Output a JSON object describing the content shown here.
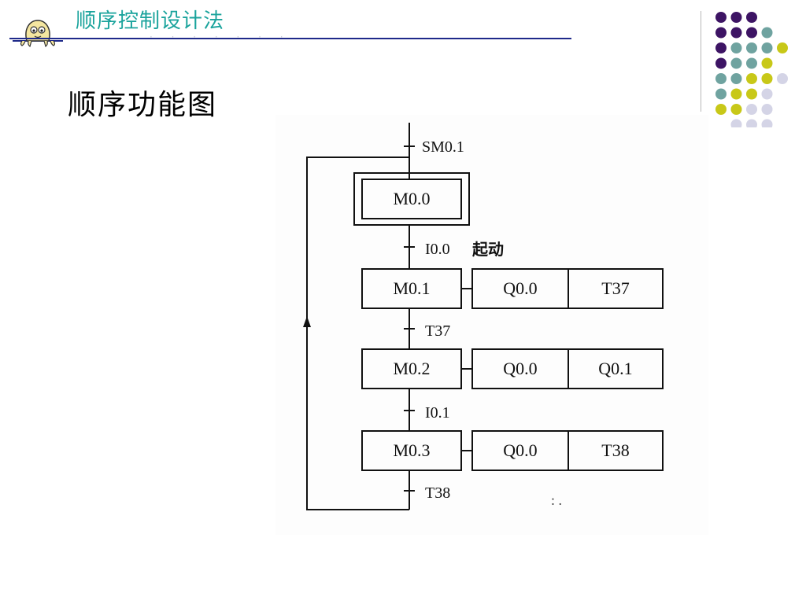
{
  "header": {
    "title": "顺序控制设计法",
    "faint_text": "· · · · · · ·"
  },
  "slide": {
    "heading": "顺序功能图"
  },
  "colors": {
    "teal_title": "#1aa39c",
    "rule_navy": "#1f2a8a",
    "dot_purple": "#3d1464",
    "dot_teal": "#6fa3a0",
    "dot_yellow": "#c8c818",
    "dot_lavender": "#d4d4e6"
  },
  "decor": {
    "dot_rows": [
      [
        "dot_purple",
        "dot_purple",
        "dot_purple"
      ],
      [
        "dot_purple",
        "dot_purple",
        "dot_purple",
        "dot_teal"
      ],
      [
        "dot_purple",
        "dot_teal",
        "dot_teal",
        "dot_teal",
        "dot_yellow"
      ],
      [
        "dot_purple",
        "dot_teal",
        "dot_teal",
        "dot_yellow"
      ],
      [
        "dot_teal",
        "dot_teal",
        "dot_yellow",
        "dot_yellow",
        "dot_lavender"
      ],
      [
        "dot_teal",
        "dot_yellow",
        "dot_yellow",
        "dot_lavender"
      ],
      [
        "dot_yellow",
        "dot_yellow",
        "dot_lavender",
        "dot_lavender"
      ],
      [
        "dot_lavender",
        "dot_lavender",
        "dot_lavender"
      ]
    ]
  },
  "sfc": {
    "initial_transition": "SM0.1",
    "initial_step": "M0.0",
    "steps": [
      {
        "transition_above": "I0.0",
        "transition_note": "起动",
        "step": "M0.1",
        "actions": [
          "Q0.0",
          "T37"
        ]
      },
      {
        "transition_above": "T37",
        "transition_note": "",
        "step": "M0.2",
        "actions": [
          "Q0.0",
          "Q0.1"
        ]
      },
      {
        "transition_above": "I0.1",
        "transition_note": "",
        "step": "M0.3",
        "actions": [
          "Q0.0",
          "T38"
        ]
      }
    ],
    "final_transition": "T38",
    "stray_mark": ": ."
  }
}
